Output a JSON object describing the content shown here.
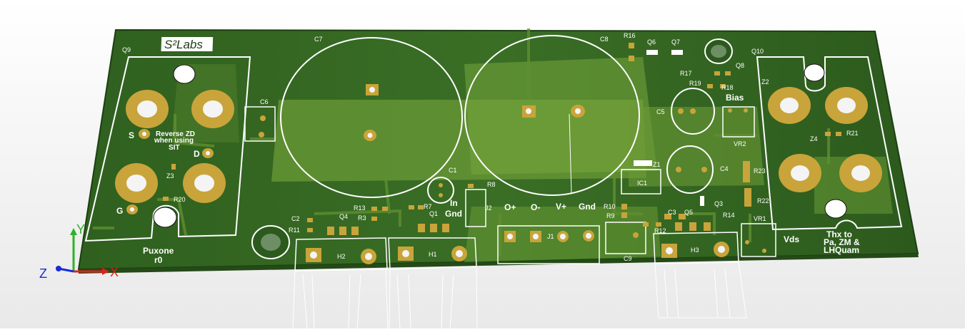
{
  "logo": "S²Labs",
  "left": {
    "q9": "Q9",
    "s": "S",
    "d": "D",
    "g": "G",
    "reverse1": "Reverse ZD",
    "reverse2": "when using",
    "reverse3": "SIT",
    "z3": "Z3",
    "r20": "R20",
    "c6": "C6",
    "c2": "C2",
    "r11": "R11",
    "puxone": "Puxone",
    "r0": "r0"
  },
  "center": {
    "c7": "C7",
    "c8": "C8",
    "c1": "C1",
    "r8": "R8",
    "r13": "R13",
    "r3": "R3",
    "q4": "Q4",
    "r7": "R7",
    "q1": "Q1",
    "in": "In",
    "gnd_in": "Gnd",
    "j2": "J2",
    "h2": "H2",
    "h1": "H1",
    "o_plus": "O+",
    "o_minus": "O-",
    "v_plus": "V+",
    "gnd_out": "Gnd",
    "j1": "J1"
  },
  "right": {
    "r16": "R16",
    "q6": "Q6",
    "q7": "Q7",
    "q10": "Q10",
    "q8": "Q8",
    "r17": "R17",
    "r19": "R19",
    "r18": "R18",
    "z2": "Z2",
    "bias": "Bias",
    "c5": "C5",
    "vr2": "VR2",
    "z4": "Z4",
    "r21": "R21",
    "z1": "Z1",
    "ic1": "IC1",
    "c4": "C4",
    "r23": "R23",
    "r22": "R22",
    "r10": "R10",
    "r9": "R9",
    "c3": "C3",
    "q5": "Q5",
    "q3": "Q3",
    "r14": "R14",
    "vr1": "VR1",
    "r12": "R12",
    "c9": "C9",
    "h3": "H3",
    "vds": "Vds",
    "thx1": "Thx to",
    "thx2": "Pa, ZM &",
    "thx3": "LHQuam"
  },
  "axes": {
    "x": "X",
    "y": "Y",
    "z": "Z"
  },
  "colors": {
    "board": "#2e5e1f",
    "board_edge": "#1f4515",
    "copper": "#5f8f2f",
    "pad": "#c8a43a",
    "silkscreen": "#ffffff",
    "x_axis": "#e0201a",
    "y_axis": "#2fb12a",
    "z_axis": "#1a2ad8"
  }
}
